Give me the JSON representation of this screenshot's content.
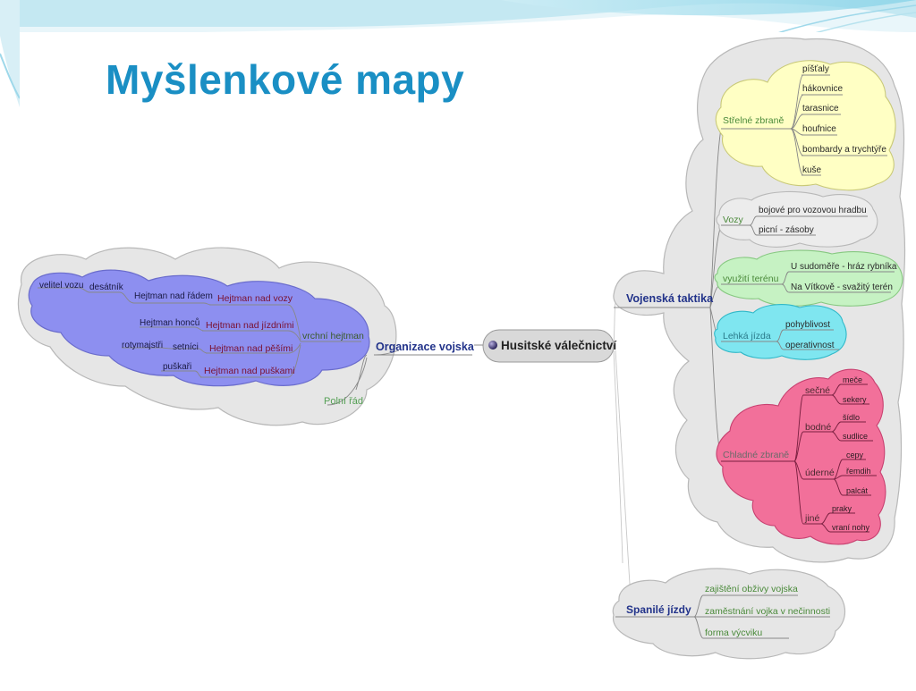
{
  "slide": {
    "title": "Myšlenkové mapy"
  },
  "colors": {
    "title": "#1a8fc4",
    "grey_cloud": "#e6e6e6",
    "purple": "#8d8ff0",
    "yellow": "#ffffc4",
    "green": "#c6f2c3",
    "cyan": "#7fe6f0",
    "pink": "#f2709a"
  },
  "central": {
    "label": "Husitské válečnictví"
  },
  "org": {
    "label": "Organizace vojska",
    "vrchni": "vrchní hejtman",
    "polni": "Polní řád",
    "nad": [
      "Hejtman nad vozy",
      "Hejtman nad jízdními",
      "Hejtman nad pěšími",
      "Hejtman nad puškami"
    ],
    "radem": "Hejtman nad řádem",
    "desatnik": "desátník",
    "velitel": "velitel vozu",
    "honcu": "Hejtman honců",
    "setnici": "setníci",
    "rotmajstri": "rotymajstři",
    "puskari": "puškaři"
  },
  "voj": {
    "label": "Vojenská taktika",
    "strelne": {
      "label": "Střelné zbraně",
      "items": [
        "píšťaly",
        "hákovnice",
        "tarasnice",
        "houfnice",
        "bombardy a trychtýře",
        "kuše"
      ]
    },
    "vozy": {
      "label": "Vozy",
      "items": [
        "bojové pro vozovou hradbu",
        "picní - zásoby"
      ]
    },
    "teren": {
      "label": "využití terénu",
      "items": [
        "U sudoměře - hráz rybníka",
        "Na Vítkově - svažitý terén"
      ]
    },
    "lehka": {
      "label": "Lehká jízda",
      "items": [
        "pohyblivost",
        "operativnost"
      ]
    },
    "chladne": {
      "label": "Chladné zbraně",
      "groups": [
        {
          "label": "sečné",
          "items": [
            "meče",
            "sekery"
          ]
        },
        {
          "label": "bodné",
          "items": [
            "šídlo",
            "sudlice"
          ]
        },
        {
          "label": "úderné",
          "items": [
            "cepy",
            "řemdih",
            "palcát"
          ]
        },
        {
          "label": "jiné",
          "items": [
            "praky",
            "vraní nohy"
          ]
        }
      ]
    }
  },
  "spanile": {
    "label": "Spanilé jízdy",
    "items": [
      "zajištění obživy vojska",
      "zaměstnání vojka v nečinnosti",
      "forma výcviku"
    ]
  }
}
